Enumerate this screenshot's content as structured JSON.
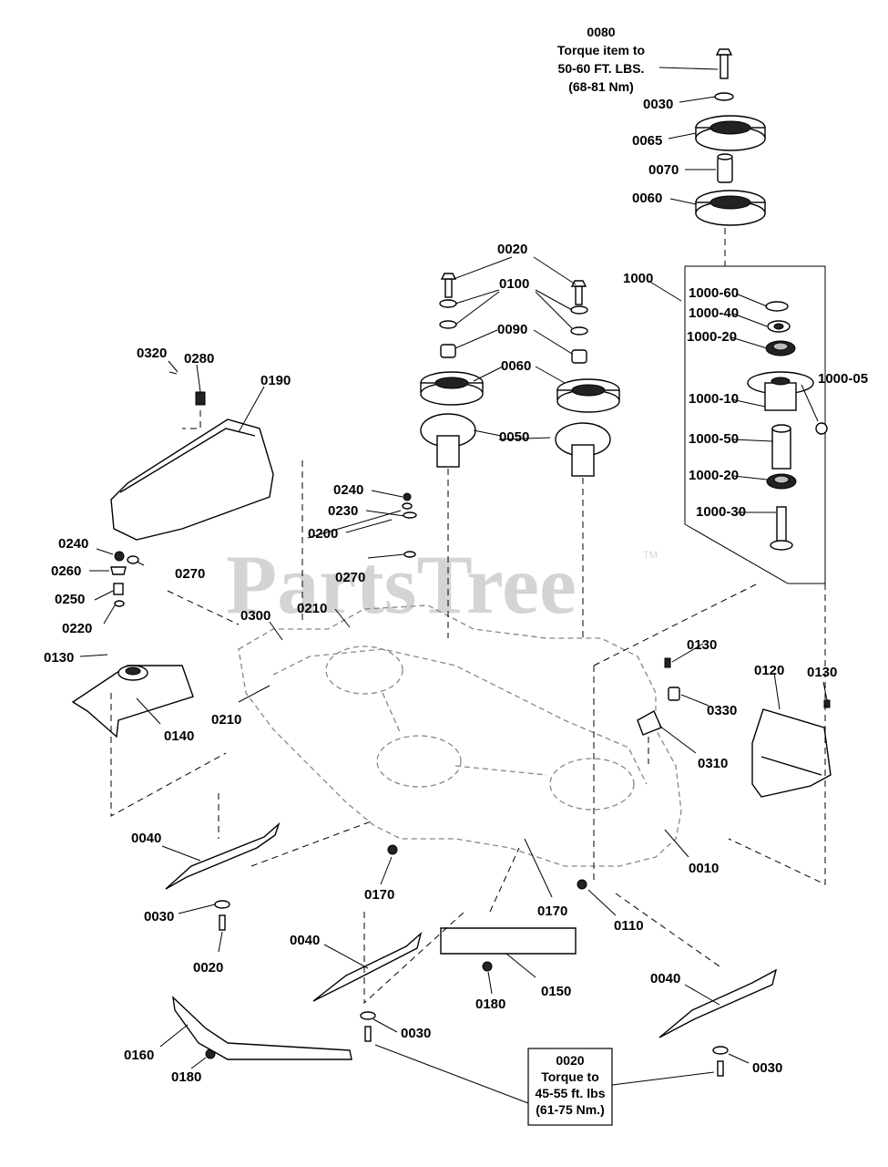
{
  "watermark": {
    "text": "PartsTree",
    "tm": "TM"
  },
  "notes": {
    "top": [
      "0080",
      "Torque item to",
      "50-60 FT. LBS.",
      "(68-81 Nm)"
    ],
    "bottom": [
      "0020",
      "Torque to",
      "45-55 ft. lbs",
      "(61-75 Nm.)"
    ]
  },
  "labels": {
    "l0030a": "0030",
    "l0065": "0065",
    "l0070": "0070",
    "l0060a": "0060",
    "l1000": "1000",
    "l1000_60": "1000-60",
    "l1000_40": "1000-40",
    "l1000_20a": "1000-20",
    "l1000_10": "1000-10",
    "l1000_05": "1000-05",
    "l1000_50": "1000-50",
    "l1000_20b": "1000-20",
    "l1000_30": "1000-30",
    "l0020a": "0020",
    "l0100": "0100",
    "l0090": "0090",
    "l0060b": "0060",
    "l0050": "0050",
    "l0320": "0320",
    "l0280": "0280",
    "l0190": "0190",
    "l0240a": "0240",
    "l0230": "0230",
    "l0200": "0200",
    "l0270b": "0270",
    "l0240b": "0240",
    "l0260": "0260",
    "l0270a": "0270",
    "l0250": "0250",
    "l0220": "0220",
    "l0300": "0300",
    "l0210a": "0210",
    "l0210b": "0210",
    "l0130a": "0130",
    "l0140": "0140",
    "l0130b": "0130",
    "l0120": "0120",
    "l0130c": "0130",
    "l0330": "0330",
    "l0310": "0310",
    "l0010": "0010",
    "l0040a": "0040",
    "l0030b": "0030",
    "l0020b": "0020",
    "l0170a": "0170",
    "l0170b": "0170",
    "l0110": "0110",
    "l0040b": "0040",
    "l0150": "0150",
    "l0180a": "0180",
    "l0030c": "0030",
    "l0040c": "0040",
    "l0030d": "0030",
    "l0160": "0160",
    "l0180b": "0180"
  }
}
